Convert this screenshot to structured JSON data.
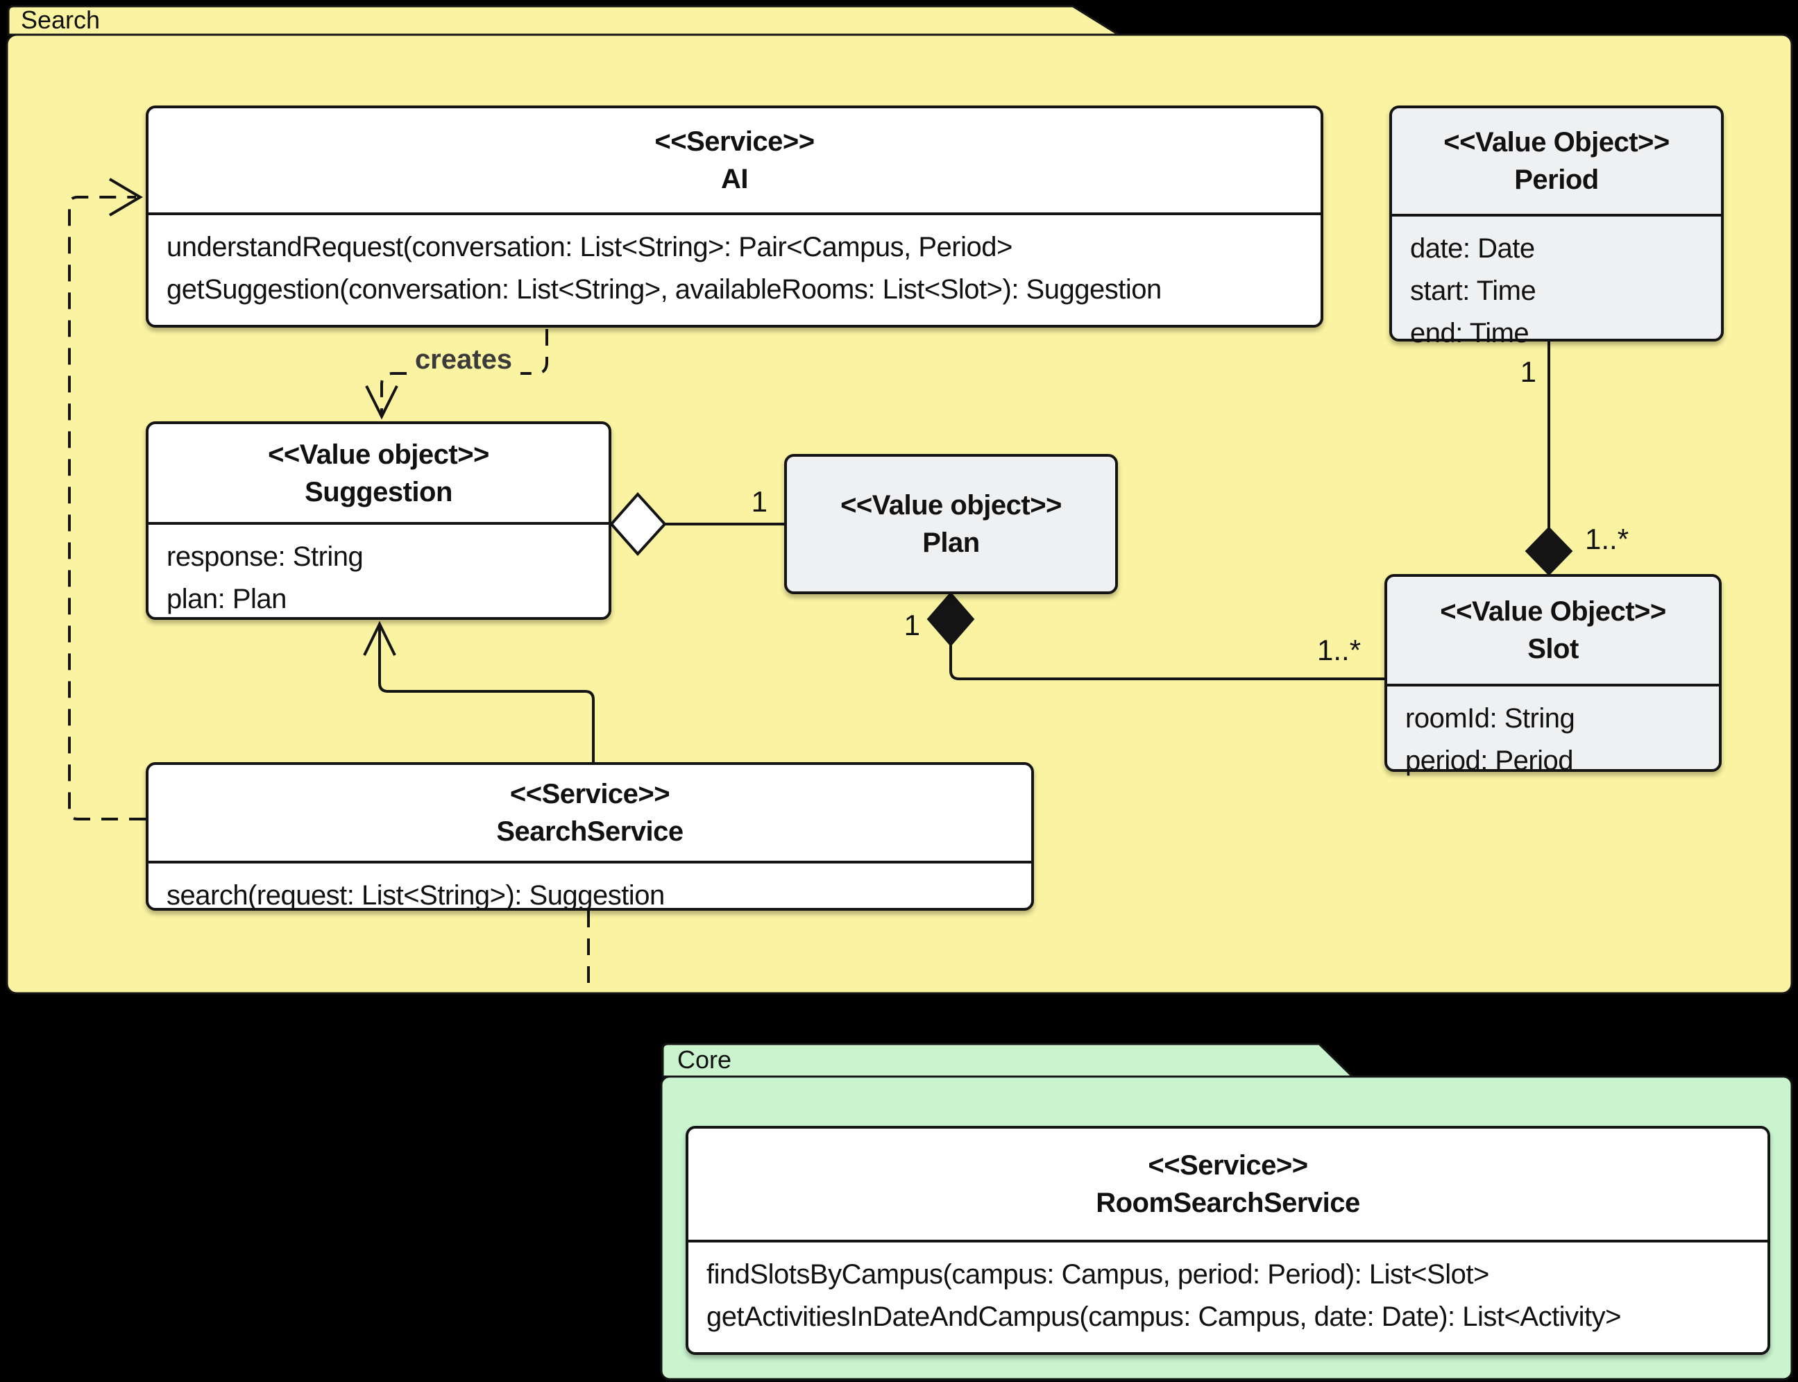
{
  "colors": {
    "page_bg": "#000000",
    "search_fill": "#FAF3A1",
    "core_fill": "#C9F4CE",
    "class_white": "#FFFFFF",
    "class_gray": "#EFF0F2",
    "line": "#141414",
    "creates_color": "#3B3B3B"
  },
  "packages": {
    "search": {
      "label": "Search"
    },
    "core": {
      "label": "Core"
    }
  },
  "classes": {
    "ai": {
      "stereotype": "<<Service>>",
      "name": "AI",
      "members": [
        "understandRequest(conversation: List<String>: Pair<Campus, Period>",
        "getSuggestion(conversation: List<String>, availableRooms: List<Slot>): Suggestion"
      ]
    },
    "period": {
      "stereotype": "<<Value Object>>",
      "name": "Period",
      "members": [
        "date: Date",
        "start: Time",
        "end: Time"
      ]
    },
    "suggestion": {
      "stereotype": "<<Value object>>",
      "name": "Suggestion",
      "members": [
        "response: String",
        "plan: Plan"
      ]
    },
    "plan": {
      "stereotype": "<<Value object>>",
      "name": "Plan",
      "members": []
    },
    "slot": {
      "stereotype": "<<Value Object>>",
      "name": "Slot",
      "members": [
        "roomId: String",
        "period: Period"
      ]
    },
    "search_service": {
      "stereotype": "<<Service>>",
      "name": "SearchService",
      "members": [
        "search(request: List<String>): Suggestion"
      ]
    },
    "room_search_service": {
      "stereotype": "<<Service>>",
      "name": "RoomSearchService",
      "members": [
        "findSlotsByCampus(campus: Campus, period: Period): List<Slot>",
        "getActivitiesInDateAndCampus(campus: Campus, date: Date): List<Activity>"
      ]
    }
  },
  "relations": {
    "creates_label": "creates",
    "suggestion_plan_target_mult": "1",
    "plan_source_mult": "1",
    "plan_slot_target_mult": "1..*",
    "period_source_mult": "1",
    "period_slot_target_mult": "1..*"
  }
}
